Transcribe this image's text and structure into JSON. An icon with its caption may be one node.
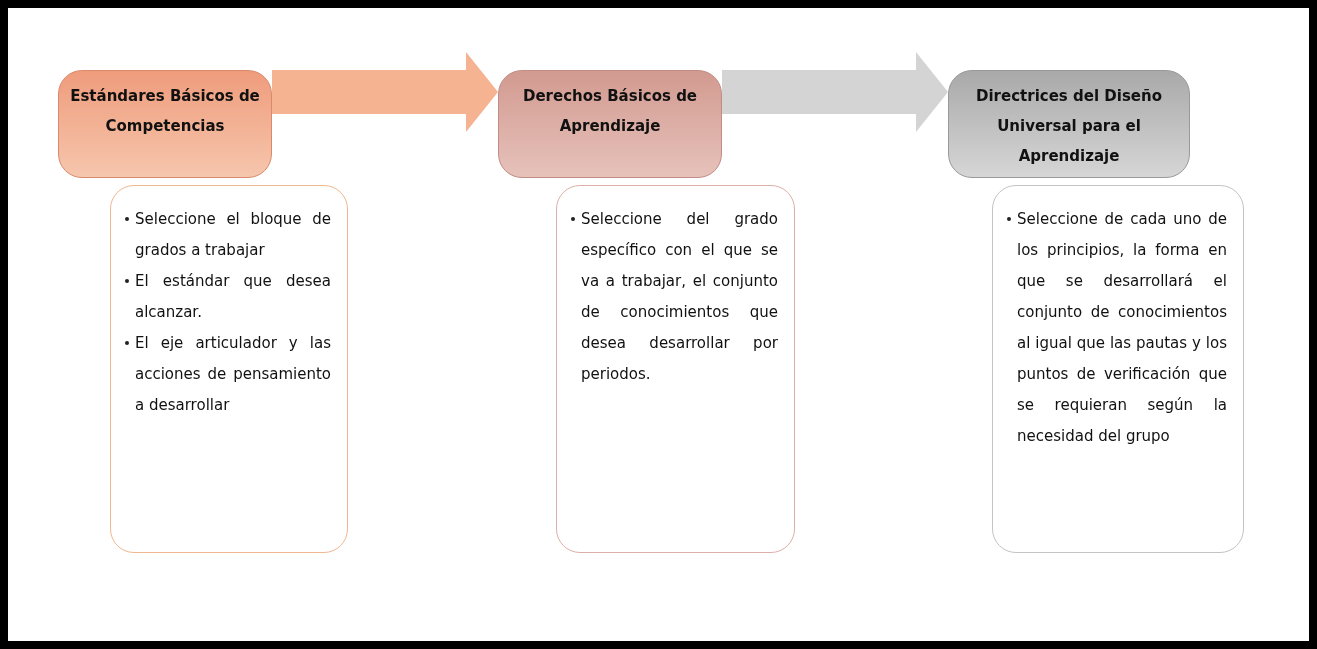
{
  "diagram": {
    "nodes": [
      {
        "text": [
          "Estándares Básicos de Competencias"
        ]
      },
      {
        "text": [
          "Seleccione el bloque de grados a trabajar",
          "El estándar que desea alcanzar.",
          "El eje articulador y las acciones de pensamiento a desarrollar"
        ]
      },
      {
        "text": [
          "Derechos Básicos de Aprendizaje"
        ]
      },
      {
        "text": [
          "Seleccione del grado específico con el que se va a trabajar, el conjunto de conocimientos que desea desarrollar por periodos."
        ]
      },
      {
        "text": [
          "Directrices del Diseño Universal para el Aprendizaje"
        ]
      },
      {
        "text": [
          "Seleccione de cada uno de los principios, la forma en que se desarrollará el conjunto de conocimientos al igual que las pautas y los puntos de verificación que se requieran según la necesidad del grupo"
        ]
      }
    ],
    "edges": [
      {
        "from": 0,
        "to": 2,
        "arrow": "to",
        "color": "#f5b391"
      },
      {
        "from": 2,
        "to": 4,
        "arrow": "to",
        "color": "#d4d4d4"
      }
    ]
  }
}
